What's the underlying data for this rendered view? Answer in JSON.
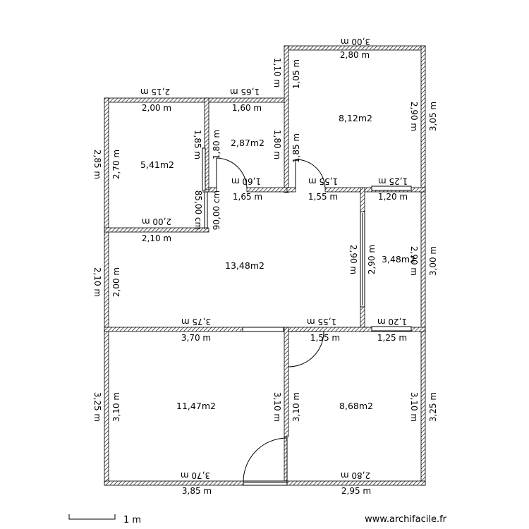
{
  "labels": {
    "t1": "3,00 m",
    "t2": "2,80 m",
    "t3": "1,10 m",
    "t4": "1,05 m",
    "t5": "2,15 m",
    "t6": "1,65 m",
    "t7": "2,00 m",
    "t8": "1,60 m",
    "t9": "8,12m2",
    "t10": "2,90 m",
    "t11": "3,05 m",
    "t12": "2,85 m",
    "t13": "2,70 m",
    "t14": "5,41m2",
    "t15": "1,85 m",
    "t16": "1,80 m",
    "t17": "2,87m2",
    "t18": "1,80 m",
    "t19": "1,85 m",
    "t20": "1,60 m",
    "t21": "1,55 m",
    "t22": "1,25 m",
    "t23": "1,65 m",
    "t24": "1,55 m",
    "t25": "1,20 m",
    "t26": "85,00 cm",
    "t27": "90,00 cm",
    "t28": "2,00 m",
    "t29": "2,10 m",
    "t30": "2,10 m",
    "t31": "2,00 m",
    "t32": "13,48m2",
    "t33": "2,90 m",
    "t34": "2,90 m",
    "t35": "3,48m2",
    "t36": "2,90 m",
    "t37": "3,00 m",
    "t38": "3,75 m",
    "t39": "1,55 m",
    "t40": "1,20 m",
    "t41": "3,70 m",
    "t42": "1,55 m",
    "t43": "1,25 m",
    "t44": "3,25 m",
    "t45": "3,10 m",
    "t46": "11,47m2",
    "t47": "3,10 m",
    "t48": "3,10 m",
    "t49": "8,68m2",
    "t50": "3,10 m",
    "t51": "3,25 m",
    "t52": "3,70 m",
    "t53": "2,80 m",
    "t54": "3,85 m",
    "t55": "2,95 m"
  },
  "scale_label": "1 m",
  "brand": "www.archifacile.fr",
  "colors": {
    "wall": "#000000",
    "wall_fill": "#ffffff"
  }
}
